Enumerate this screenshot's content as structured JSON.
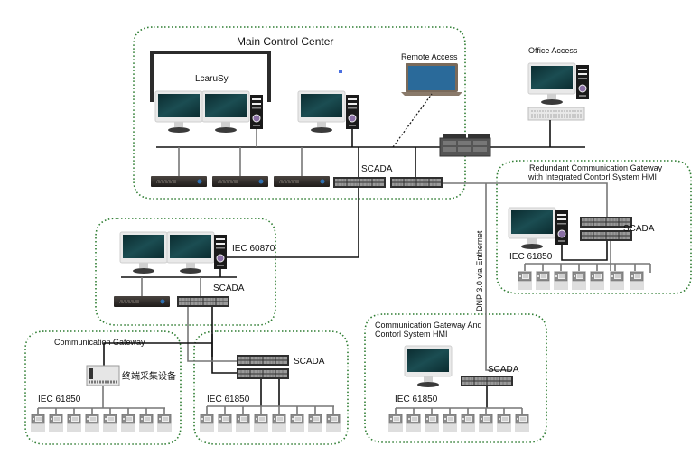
{
  "zones": {
    "main_control_center": {
      "title": "Main Control Center",
      "subtitle": "LcaruSy",
      "remote_access": "Remote Access",
      "scada": "SCADA"
    },
    "office_access": {
      "title": "Office Access"
    },
    "redundant_gateway": {
      "title_line1": "Redundant Communication Gateway",
      "title_line2": "with Integrated Contorl System HMI",
      "scada": "SCADA",
      "protocol": "IEC 61850"
    },
    "backup_center": {
      "protocol_uplink": "IEC 60870",
      "scada": "SCADA"
    },
    "communication_gateway": {
      "title": "Communication Gateway",
      "device_label": "终端采集设备",
      "protocol": "IEC 61850"
    },
    "substation_scada": {
      "scada": "SCADA",
      "protocol": "IEC 61850"
    },
    "gateway_hmi": {
      "title_line1": "Communication Gateway And",
      "title_line2": "Contorl System HMI",
      "scada": "SCADA",
      "protocol": "IEC 61850"
    }
  },
  "links": {
    "dnp_label": "DNP 3.0 via Enthernet"
  },
  "colors": {
    "zone_border": "#2e7d32",
    "wire": "#111111",
    "monitor_screen": "#0f3b3f",
    "device_dark": "#2b2b2b",
    "ied_body": "#d9d9d9"
  }
}
